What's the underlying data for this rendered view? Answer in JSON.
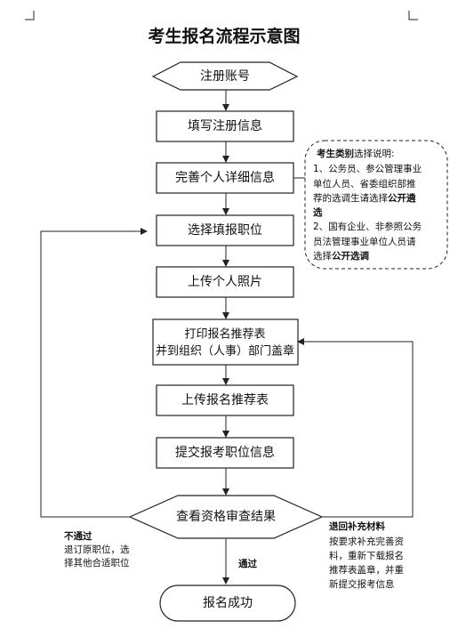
{
  "title": "考生报名流程示意图",
  "nodes": {
    "register": "注册账号",
    "fill_info": "填写注册信息",
    "complete_info": "完善个人详细信息",
    "select_position": "选择填报职位",
    "upload_photo": "上传个人照片",
    "print_form_line1": "打印报名推荐表",
    "print_form_line2": "并到组织（人事）部门盖章",
    "upload_form": "上传报名推荐表",
    "submit_info": "提交报考职位信息",
    "check_result": "查看资格审查结果",
    "success": "报名成功"
  },
  "note": {
    "heading_bold": "考生类别",
    "heading_rest": "选择说明:",
    "l1": "1、公务员、参公管理事业",
    "l2": "单位人员、省委组织部推",
    "l3_a": "荐的选调生请选择",
    "l3_b": "公开遴",
    "l4": "选",
    "l5": "2、国有企业、非参照公务",
    "l6": "员法管理事业单位人员请",
    "l7_a": "选择",
    "l7_b": "公开选调"
  },
  "branches": {
    "fail_title": "不通过",
    "fail_l1": "退订原职位，选",
    "fail_l2": "择其他合适职位",
    "pass": "通过",
    "return_title": "退回补充材料",
    "return_l1": "按要求补充完善资",
    "return_l2": "料，重新下载报名",
    "return_l3": "推荐表盖章，并重",
    "return_l4": "新提交报考信息"
  }
}
